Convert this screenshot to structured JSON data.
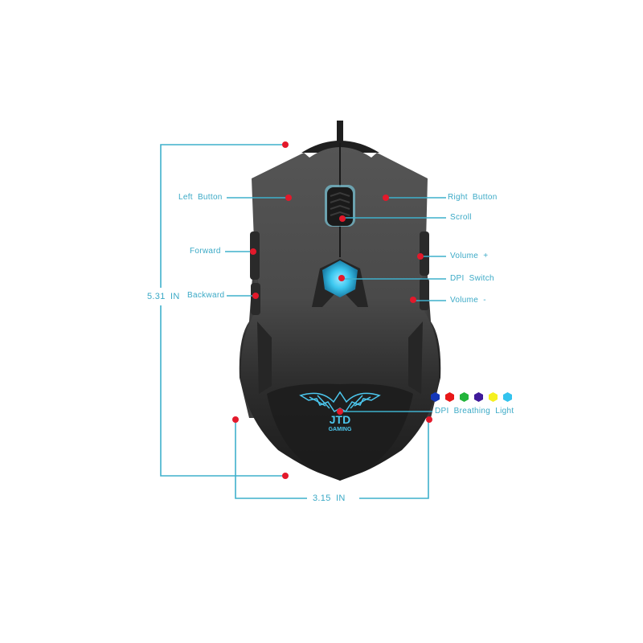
{
  "diagram": {
    "subject": "JTD Gaming Mouse - top view",
    "brand": {
      "logo": "bat-logo",
      "name": "JTD",
      "subname": "GAMING"
    },
    "callouts": [
      {
        "id": "left_button",
        "label": "Left Button",
        "side": "left"
      },
      {
        "id": "right_button",
        "label": "Right  Button",
        "side": "right"
      },
      {
        "id": "scroll",
        "label": "Scroll",
        "side": "right"
      },
      {
        "id": "forward",
        "label": "Forward",
        "side": "left"
      },
      {
        "id": "volume_up",
        "label": "Volume  +",
        "side": "right"
      },
      {
        "id": "dpi_switch",
        "label": "DPI  Switch",
        "side": "right"
      },
      {
        "id": "backward",
        "label": "Backward",
        "side": "left"
      },
      {
        "id": "volume_down",
        "label": "Volume  -",
        "side": "right"
      },
      {
        "id": "dpi_breathing_light",
        "label": "DPI  Breathing  Light",
        "side": "right"
      }
    ],
    "dimensions": {
      "length": "5.31  IN",
      "width": "3.15  IN"
    },
    "dpi_colors": [
      {
        "name": "blue",
        "hex": "#1437b8"
      },
      {
        "name": "red",
        "hex": "#e81818"
      },
      {
        "name": "green",
        "hex": "#22b43a"
      },
      {
        "name": "purple",
        "hex": "#3f1a9a"
      },
      {
        "name": "yellow",
        "hex": "#f5f020"
      },
      {
        "name": "cyan",
        "hex": "#33c3ee"
      }
    ],
    "colors": {
      "line": "#3fb0cc",
      "label": "#3aa9c6",
      "marker": "#e3192b",
      "mouse_body": "#4a4a4a",
      "glow": "#3cc8f0"
    }
  }
}
